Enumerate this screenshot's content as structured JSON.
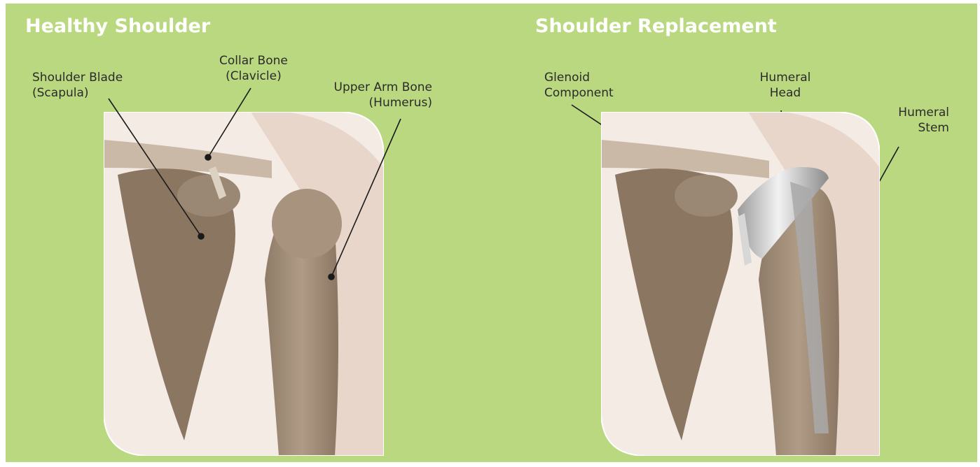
{
  "colors": {
    "background": "#b9d87f",
    "title": "#ffffff",
    "label": "#2b2b2b",
    "leader": "#1a1a1a"
  },
  "left": {
    "title": "Healthy Shoulder",
    "labels": {
      "shoulder_blade": [
        "Shoulder Blade",
        "(Scapula)"
      ],
      "collar_bone": [
        "Collar Bone",
        "(Clavicle)"
      ],
      "upper_arm": [
        "Upper Arm Bone",
        "(Humerus)"
      ]
    }
  },
  "right": {
    "title": "Shoulder Replacement",
    "labels": {
      "glenoid": [
        "Glenoid",
        "Component"
      ],
      "humeral_head": [
        "Humeral",
        "Head"
      ],
      "humeral_stem": [
        "Humeral",
        "Stem"
      ]
    }
  }
}
